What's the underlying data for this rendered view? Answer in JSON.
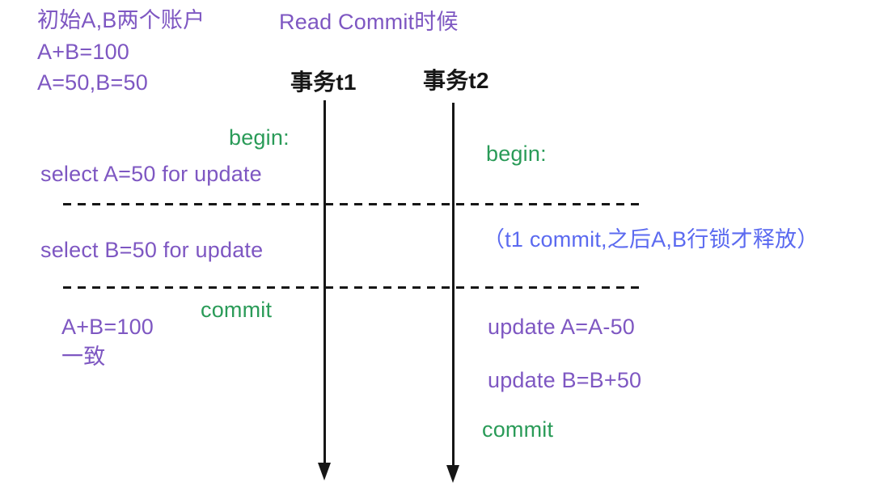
{
  "colors": {
    "purple": "#7e57c2",
    "green": "#2a9b58",
    "blue": "#5b6af0",
    "ink": "#161616"
  },
  "notes": {
    "initial_line1": "初始A,B两个账户",
    "initial_line2": "A+B=100",
    "initial_line3": "A=50,B=50",
    "scenario_title": "Read Commit时候"
  },
  "timelines": {
    "t1_label": "事务t1",
    "t2_label": "事务t2"
  },
  "t1": {
    "begin": "begin:",
    "select_a": "select A=50 for update",
    "select_b": "select B=50 for update",
    "commit": "commit",
    "result_line1": "A+B=100",
    "result_line2": "一致"
  },
  "t2": {
    "begin": "begin:",
    "lock_note": "（t1 commit,之后A,B行锁才释放）",
    "update_a": "update A=A-50",
    "update_b": "update B=B+50",
    "commit": "commit"
  }
}
